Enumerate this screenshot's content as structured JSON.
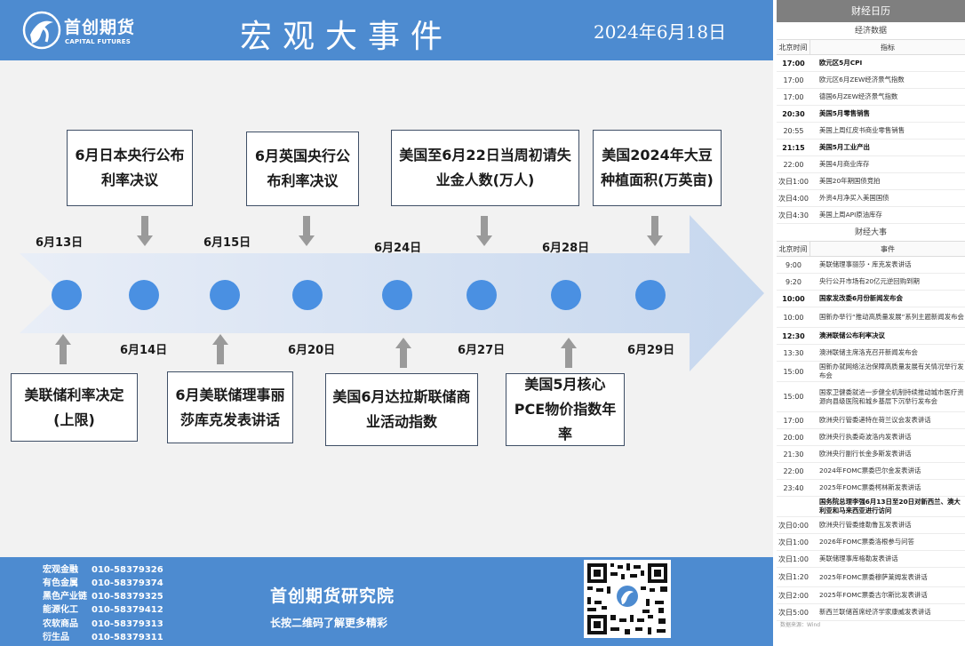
{
  "header": {
    "logo_cn": "首创期货",
    "logo_en": "CAPITAL FUTURES",
    "title": "宏观大事件",
    "date": "2024年6月18日"
  },
  "colors": {
    "brand_blue": "#4d8bd0",
    "node_blue": "#4a90e2",
    "arrow_gray": "#9a9a9a"
  },
  "timeline": {
    "top_events": [
      {
        "text": "6月日本央行公布利率决议"
      },
      {
        "text": "6月英国央行公布利率决议"
      },
      {
        "text": "美国至6月22日当周初请失业金人数(万人)"
      },
      {
        "text": "美国2024年大豆种植面积(万英亩)"
      }
    ],
    "bottom_events": [
      {
        "text": "美联储利率决定(上限)"
      },
      {
        "text": "6月美联储理事丽莎库克发表讲话"
      },
      {
        "text": "美国6月达拉斯联储商业活动指数"
      },
      {
        "text": "美国5月核心PCE物价指数年率"
      }
    ],
    "top_dates": [
      "6月13日",
      "6月15日",
      "6月24日",
      "6月28日"
    ],
    "bottom_dates": [
      "6月14日",
      "6月20日",
      "6月27日",
      "6月29日"
    ]
  },
  "footer": {
    "contacts": [
      {
        "dept": "宏观金融",
        "phone": "010-58379326"
      },
      {
        "dept": "有色金属",
        "phone": "010-58379374"
      },
      {
        "dept": "黑色产业链",
        "phone": "010-58379325"
      },
      {
        "dept": "能源化工",
        "phone": "010-58379412"
      },
      {
        "dept": "农软商品",
        "phone": "010-58379313"
      },
      {
        "dept": "衍生品",
        "phone": "010-58379311"
      }
    ],
    "institute": "首创期货研究院",
    "tagline": "长按二维码了解更多精彩"
  },
  "calendar": {
    "title": "财经日历",
    "econ_section": "经济数据",
    "econ_head": {
      "time": "北京时间",
      "item": "指标"
    },
    "econ_rows": [
      {
        "time": "17:00",
        "item": "欧元区5月CPI",
        "bold": true
      },
      {
        "time": "17:00",
        "item": "欧元区6月ZEW经济景气指数",
        "bold": false
      },
      {
        "time": "17:00",
        "item": "德国6月ZEW经济景气指数",
        "bold": false
      },
      {
        "time": "20:30",
        "item": "美国5月零售销售",
        "bold": true
      },
      {
        "time": "20:55",
        "item": "美国上周红皮书商业零售销售",
        "bold": false
      },
      {
        "time": "21:15",
        "item": "美国5月工业产出",
        "bold": true
      },
      {
        "time": "22:00",
        "item": "美国4月商业库存",
        "bold": false
      },
      {
        "time": "次日1:00",
        "item": "美国20年期国债竞拍",
        "bold": false
      },
      {
        "time": "次日4:00",
        "item": "外资4月净买入美国国债",
        "bold": false
      },
      {
        "time": "次日4:30",
        "item": "美国上周API原油库存",
        "bold": false
      }
    ],
    "events_section": "财经大事",
    "events_head": {
      "time": "北京时间",
      "item": "事件"
    },
    "event_rows": [
      {
        "time": "9:00",
        "item": "美联储理事丽莎・库克发表讲话",
        "bold": false
      },
      {
        "time": "9:20",
        "item": "央行公开市场有20亿元逆回购到期",
        "bold": false
      },
      {
        "time": "10:00",
        "item": "国家发改委6月份新闻发布会",
        "bold": true
      },
      {
        "time": "10:00",
        "item": "国新办举行“推动高质量发展”系列主题新闻发布会",
        "bold": false
      },
      {
        "time": "12:30",
        "item": "澳洲联储公布利率决议",
        "bold": true
      },
      {
        "time": "13:30",
        "item": "澳洲联储主席洛克召开新闻发布会",
        "bold": false
      },
      {
        "time": "15:00",
        "item": "国新办就网络法治保障高质量发展有关情况举行发布会",
        "bold": false
      },
      {
        "time": "15:00",
        "item": "国家卫健委就进一步健全机制持续推动城市医疗资源向县级医院和城乡基层下沉举行发布会",
        "bold": false
      },
      {
        "time": "17:00",
        "item": "欧洲央行管委递特在荷兰议会发表讲话",
        "bold": false
      },
      {
        "time": "20:00",
        "item": "欧洲央行执委奇波洛内发表讲话",
        "bold": false
      },
      {
        "time": "21:30",
        "item": "欧洲央行副行长金多斯发表讲话",
        "bold": false
      },
      {
        "time": "22:00",
        "item": "2024年FOMC票委巴尔金发表讲话",
        "bold": false
      },
      {
        "time": "23:40",
        "item": "2025年FOMC票委柯林斯发表讲话",
        "bold": false
      },
      {
        "time": "",
        "item": "国务院总理李强6月13日至20日对新西兰、澳大利亚和马来西亚进行访问",
        "bold": true
      },
      {
        "time": "次日0:00",
        "item": "欧洲央行管委维勒鲁瓦发表讲话",
        "bold": false
      },
      {
        "time": "次日1:00",
        "item": "2026年FOMC票委洛根参与问答",
        "bold": false
      },
      {
        "time": "次日1:00",
        "item": "美联储理事库格勒发表讲话",
        "bold": false
      },
      {
        "time": "次日1:20",
        "item": "2025年FOMC票委穆萨莱姆发表讲话",
        "bold": false
      },
      {
        "time": "次日2:00",
        "item": "2025年FOMC票委古尔斯比发表讲话",
        "bold": false
      },
      {
        "time": "次日5:00",
        "item": "新西兰联储首席经济学家康威发表讲话",
        "bold": false
      }
    ],
    "source": "数据来源：Wind"
  }
}
